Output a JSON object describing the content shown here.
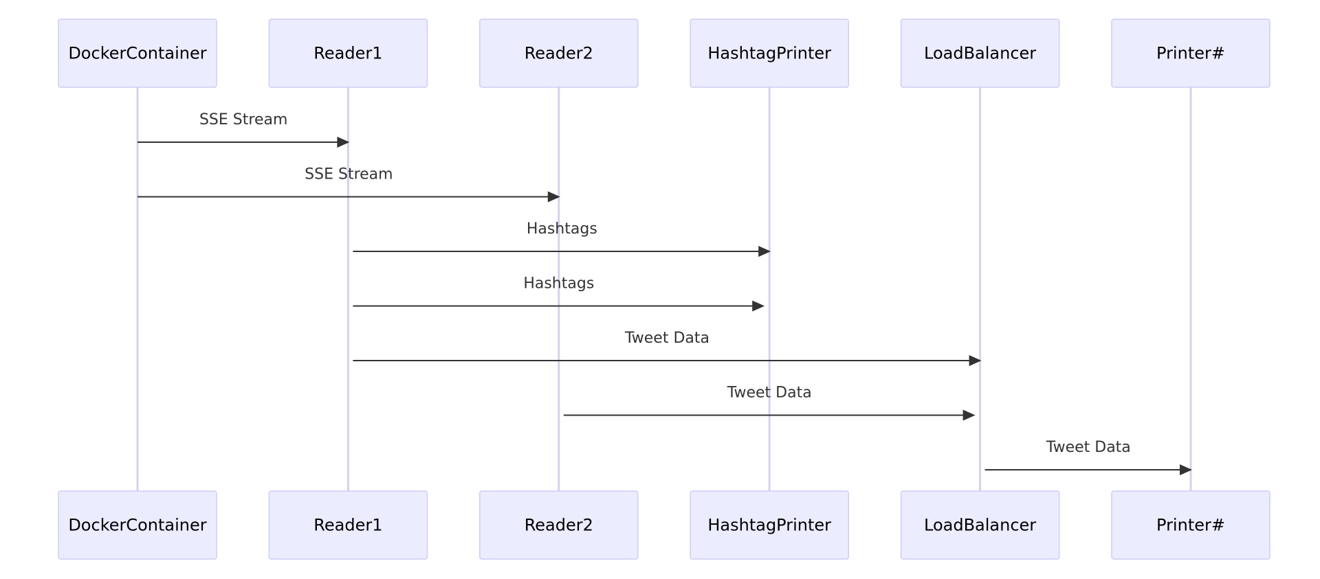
{
  "participants": [
    {
      "id": "docker",
      "label": "DockerContainer"
    },
    {
      "id": "reader1",
      "label": "Reader1"
    },
    {
      "id": "reader2",
      "label": "Reader2"
    },
    {
      "id": "hashtag",
      "label": "HashtagPrinter"
    },
    {
      "id": "lb",
      "label": "LoadBalancer"
    },
    {
      "id": "printer",
      "label": "Printer#"
    }
  ],
  "messages": [
    {
      "from": "docker",
      "to": "reader1",
      "label": "SSE Stream"
    },
    {
      "from": "docker",
      "to": "reader2",
      "label": "SSE Stream"
    },
    {
      "from": "reader1",
      "to": "hashtag",
      "label": "Hashtags"
    },
    {
      "from": "reader1",
      "to": "hashtag",
      "label": "Hashtags"
    },
    {
      "from": "reader1",
      "to": "lb",
      "label": "Tweet Data"
    },
    {
      "from": "reader2",
      "to": "lb",
      "label": "Tweet Data"
    },
    {
      "from": "lb",
      "to": "printer",
      "label": "Tweet Data"
    }
  ],
  "colors": {
    "actor_fill": "#ECECFF",
    "actor_stroke": "#CCCCFF",
    "lifeline": "#D6D0F2",
    "message": "#333333"
  }
}
